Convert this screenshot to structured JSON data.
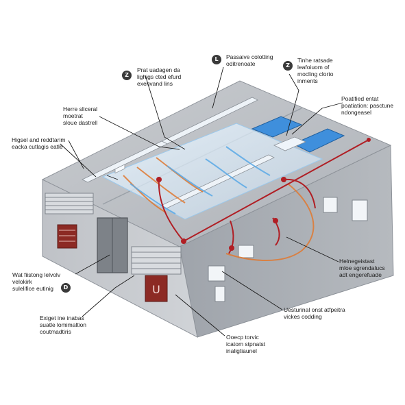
{
  "callouts": {
    "top_center": {
      "badge": "L",
      "text": "Passaive colotting\noditrenoate"
    },
    "top_right": {
      "badge": "Z",
      "text": "Tinhe ratsade\nleafoiuom of\nmocling clorto\ninments"
    },
    "top_left_upper": {
      "badge": "Z",
      "text": "Prat uadagen da\nlighigs cted efurd\nexenvand lins"
    },
    "right_upper": {
      "text": "Poatified entat\npoatiation: pasctune\nndongeasel"
    },
    "left_upper": {
      "text": "Herre sliceral\nmoetrat\nsloue dastrell"
    },
    "left_mid": {
      "text": "Higsel and reddtarim\neacka cutlagis eatle"
    },
    "left_lower": {
      "badge": "D",
      "text": "Wat fiistong lelvolv\nvelokirk\nsulelifice eutinig"
    },
    "right_mid": {
      "text": "Helnegeistast\nmloe sgrendalucs\nadt engerefuade"
    },
    "bottom_left": {
      "text": "Exiget ine inabas\nsuatle lomimaltion\ncoutmadtiris"
    },
    "bottom_right": {
      "text": "Uesturinal onst atfpeitra\nvickes codding"
    },
    "bottom_center": {
      "text": "Ooecp torvic\nicatom stpnatst\ninaligtiaunel"
    }
  },
  "colors": {
    "roof": "#b9bcc1",
    "wall_side": "#a9adb3",
    "wall_front": "#c2c5ca",
    "skylight": "#f4f8fc",
    "solar_panel": "#3f8fdc",
    "warm_air": "#e0782f",
    "cool_air": "#5aa9e6",
    "exhaust": "#b01e24"
  }
}
